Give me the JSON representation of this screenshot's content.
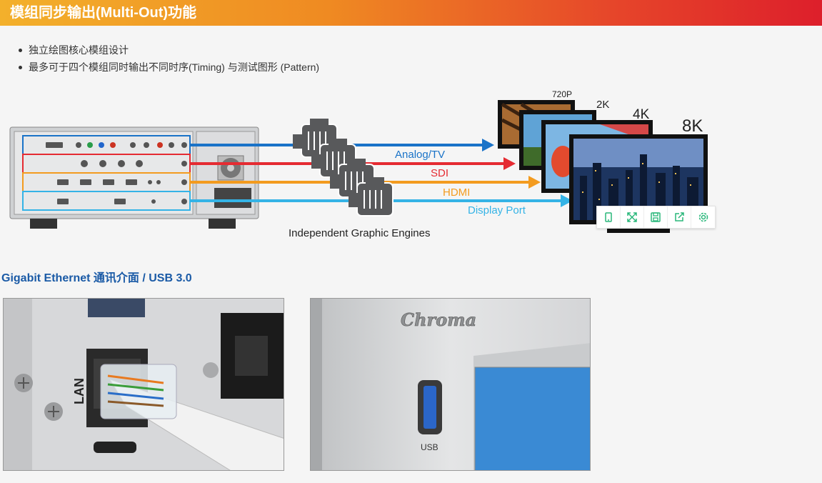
{
  "header": {
    "title": "模组同步输出(Multi-Out)功能"
  },
  "features": [
    "独立绘图核心模组设计",
    "最多可于四个模组同时输出不同时序(Timing) 与测试图形 (Pattern)"
  ],
  "diagram": {
    "outputs": [
      {
        "label": "Analog/TV",
        "color": "#1a73c8"
      },
      {
        "label": "SDI",
        "color": "#e52b32"
      },
      {
        "label": "HDMI",
        "color": "#f39b1f"
      },
      {
        "label": "Display Port",
        "color": "#34b3e6"
      }
    ],
    "resolutions": [
      "720P",
      "2K",
      "4K",
      "8K"
    ],
    "engines_caption": "Independent Graphic Engines"
  },
  "section": {
    "title": "Gigabit Ethernet 通讯介面 / USB 3.0"
  },
  "photos": {
    "lan_label": "LAN",
    "brand_label": "Chroma",
    "usb_label": "USB"
  },
  "toolbar": {
    "icons": [
      "tablet-icon",
      "expand-icon",
      "save-icon",
      "share-icon",
      "settings-icon"
    ]
  },
  "colors": {
    "accent_blue": "#1a5aa6",
    "banner_start": "#f3b02b",
    "banner_end": "#dd1f2b",
    "tool_green": "#28b77a"
  }
}
